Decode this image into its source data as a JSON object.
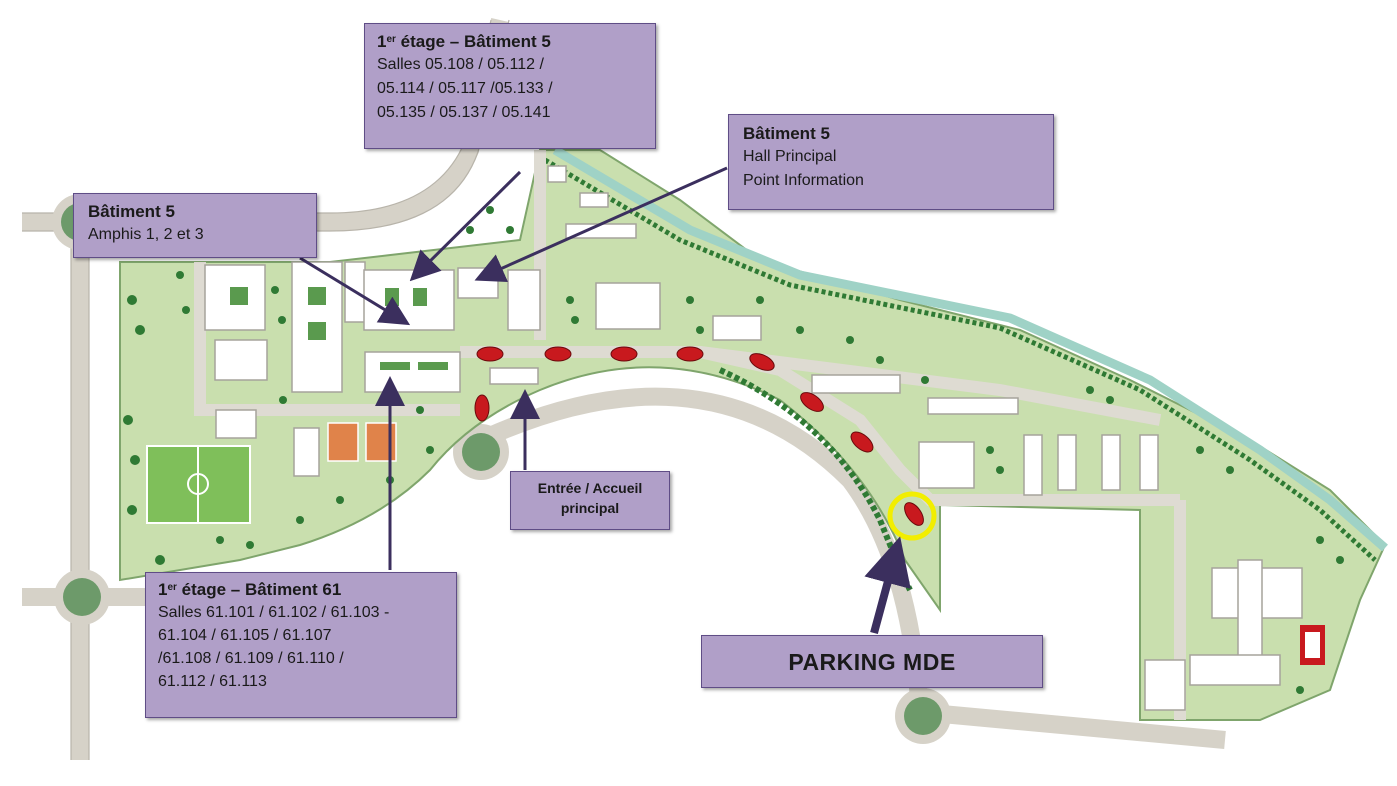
{
  "labels": {
    "b5_first_floor": {
      "title_prefix": "1",
      "title_sup": "er",
      "title_rest": " étage – Bâtiment 5",
      "lines": [
        "Salles 05.108 / 05.112 /",
        "05.114 / 05.117 /05.133 /",
        "05.135 / 05.137 / 05.141"
      ]
    },
    "b5_hall": {
      "title": "Bâtiment 5",
      "lines": [
        "Hall Principal",
        "Point Information"
      ]
    },
    "b5_amphis": {
      "title": "Bâtiment 5",
      "lines": [
        "Amphis 1, 2 et 3"
      ]
    },
    "entrance": {
      "lines": [
        "Entrée / Accueil",
        "principal"
      ]
    },
    "b61_first_floor": {
      "title_prefix": "1",
      "title_sup": "er",
      "title_rest": " étage – Bâtiment 61",
      "lines": [
        "Salles 61.101 / 61.102 / 61.103 -",
        "61.104 / 61.105 / 61.107",
        "/61.108 / 61.109 / 61.110 /",
        "61.112 / 61.113"
      ]
    },
    "parking": {
      "title": "PARKING MDE"
    }
  },
  "colors": {
    "label_fill": "#b09fc8",
    "label_border": "#5f4d86",
    "arrow": "#3b2f5e",
    "grass": "#c9dfae",
    "road": "#dcd9d0",
    "building": "#ffffff",
    "tree": "#2f7a34",
    "river": "#9fd2c6",
    "car": "#c8191e",
    "highlight": "#f2ee00"
  }
}
